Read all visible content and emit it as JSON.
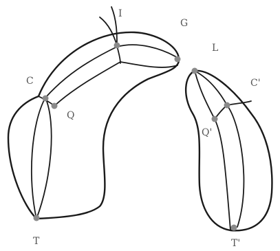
{
  "figure": {
    "point_color": "#8a8a8a",
    "line_color": "#1a1a1a",
    "left_shape": {
      "labels": {
        "I": "I",
        "G": "G",
        "C": "C",
        "Q": "Q",
        "T": "T"
      }
    },
    "right_shape": {
      "labels": {
        "L": "L",
        "C_prime": "C'",
        "Q_prime": "Q'",
        "T_prime": "T'"
      }
    }
  }
}
